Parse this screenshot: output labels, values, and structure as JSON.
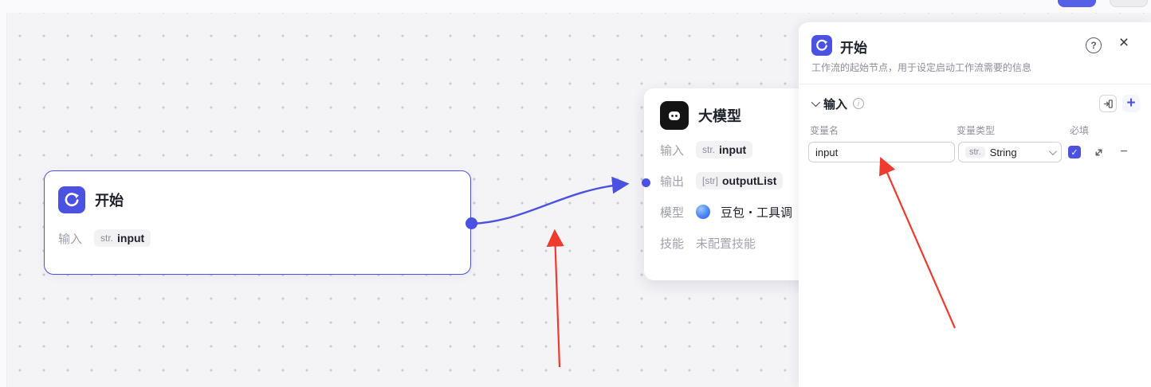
{
  "colors": {
    "accent": "#4b51e0",
    "connector": "#4b51e0",
    "annotation": "#ef3b2d"
  },
  "icons": {
    "help": "?",
    "close": "×",
    "info": "i",
    "plus": "+",
    "minus": "−",
    "check": "✓"
  },
  "canvas": {
    "start_node": {
      "title": "开始",
      "input_label": "输入",
      "input_tag": "str.",
      "input_value": "input"
    },
    "model_node": {
      "title": "大模型",
      "rows": [
        {
          "label": "输入",
          "tag": "str.",
          "value": "input"
        },
        {
          "label": "输出",
          "tag": "[str]",
          "value": "outputList"
        },
        {
          "label": "模型",
          "value": "豆包・工具调"
        },
        {
          "label": "技能",
          "value": "未配置技能"
        }
      ]
    }
  },
  "panel": {
    "title": "开始",
    "description": "工作流的起始节点，用于设定启动工作流需要的信息",
    "section": {
      "label": "输入"
    },
    "columns": {
      "name": "变量名",
      "type": "变量类型",
      "required": "必填"
    },
    "row": {
      "name": "input",
      "type_tag": "str.",
      "type": "String",
      "required": true
    }
  }
}
